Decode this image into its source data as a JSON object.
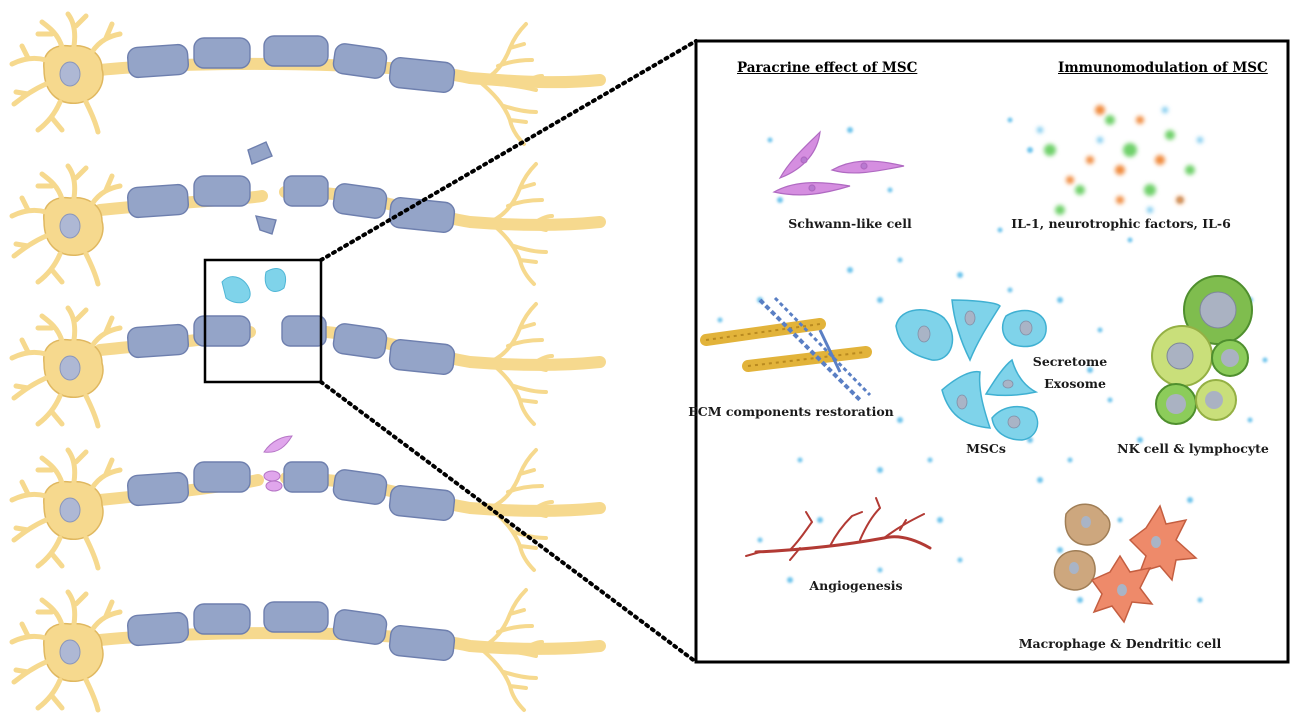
{
  "headings": {
    "paracrine": "Paracrine effect of MSC",
    "immuno": "Immunomodulation of MSC"
  },
  "labels": {
    "schwann": "Schwann-like cell",
    "cytokines": "IL-1, neurotrophic factors, IL-6",
    "ecm": "ECM components restoration",
    "secretome": "Secretome",
    "exosome": "Exosome",
    "mscs": "MSCs",
    "nk": "NK cell & lymphocyte",
    "angio": "Angiogenesis",
    "macro": "Macrophage & Dendritic cell"
  },
  "colors": {
    "neuron": "#f6d98e",
    "neuron_stroke": "#e0b860",
    "myelin": "#94a4c8",
    "myelin_stroke": "#6e7fae",
    "msc": "#7fd3ea",
    "schwann": "#d58ee0",
    "nk_outer": "#9ccc5a",
    "macrophage": "#cda77e",
    "dendritic": "#ee8a6a",
    "vessel": "#b23a34",
    "ecm": "#e2b33a",
    "ecm_fiber": "#5a7fc4"
  }
}
